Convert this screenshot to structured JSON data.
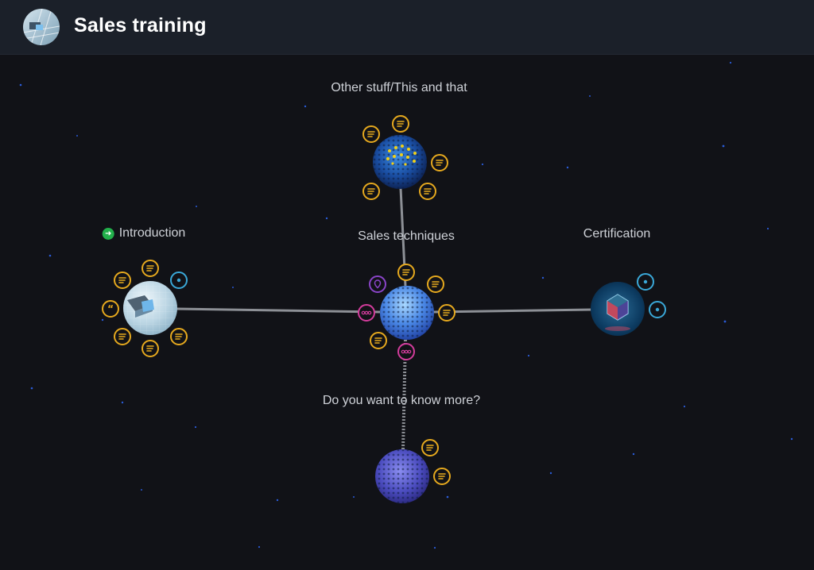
{
  "header": {
    "title": "Sales training"
  },
  "nodes": [
    {
      "id": "other-stuff",
      "label": "Other stuff/This and that"
    },
    {
      "id": "introduction",
      "label": "Introduction"
    },
    {
      "id": "sales-techniques",
      "label": "Sales techniques"
    },
    {
      "id": "certification",
      "label": "Certification"
    },
    {
      "id": "know-more",
      "label": "Do you want to know more?"
    }
  ],
  "colors": {
    "background": "#111217",
    "header": "#1b2029",
    "text_badge": "#e6a91e",
    "info_badge": "#3aa8d8",
    "link_badge": "#d33c9c",
    "location_badge": "#8a44c8",
    "start_marker": "#22b04b"
  },
  "icons": {
    "text_badge": "text-lines-icon",
    "info_badge": "dot-circle-icon",
    "link_badge": "ellipsis-icon",
    "location_badge": "location-pin-icon",
    "quote_badge": "quote-icon",
    "start_marker": "arrow-right-icon"
  }
}
